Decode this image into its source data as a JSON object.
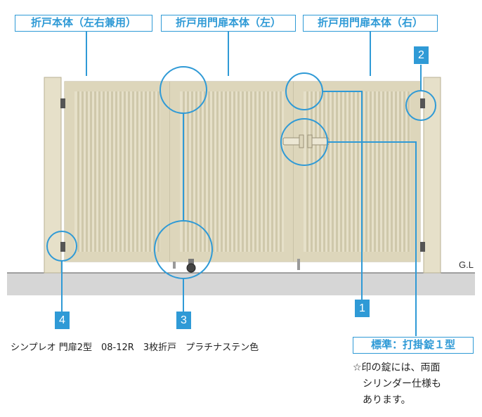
{
  "labels": {
    "left_body": "折戸本体（左右兼用）",
    "door_left": "折戸用門扉本体（左）",
    "door_right": "折戸用門扉本体（右）",
    "standard_lock": "標準：打掛錠１型"
  },
  "badges": [
    "1",
    "2",
    "3",
    "4"
  ],
  "ground_label": "G.L",
  "caption": "シンプレオ 門扉2型　08-12R　3枚折戸　プラチナステン色",
  "note": {
    "line1": "☆印の錠には、両面",
    "line2": "シリンダー仕様も",
    "line3": "あります。"
  },
  "colors": {
    "accent": "#2f9ad6",
    "gate": "#e6e0c9",
    "gate_dark": "#c9c1a2",
    "ground": "#d6d6d6"
  }
}
